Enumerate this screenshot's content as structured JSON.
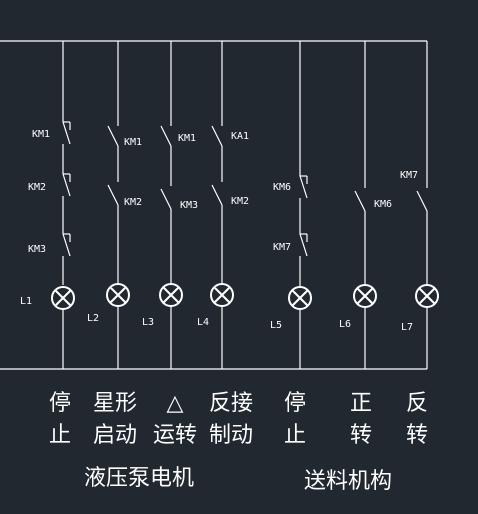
{
  "contacts": {
    "c1_km1": "KM1",
    "c1_km2": "KM2",
    "c1_km3": "KM3",
    "c2_km1": "KM1",
    "c2_km2": "KM2",
    "c3_km1": "KM1",
    "c3_km3": "KM3",
    "c4_ka1": "KA1",
    "c4_km2": "KM2",
    "c5_km6": "KM6",
    "c5_km7": "KM7",
    "c6_km6": "KM6",
    "c7_km7": "KM7"
  },
  "lamps": {
    "l1": "L1",
    "l2": "L2",
    "l3": "L3",
    "l4": "L4",
    "l5": "L5",
    "l6": "L6",
    "l7": "L7"
  },
  "captions": {
    "c1_line1": "停",
    "c1_line2": "止",
    "c2_line1": "星形",
    "c2_line2": "启动",
    "c3_line1": "△",
    "c3_line2": "运转",
    "c4_line1": "反接",
    "c4_line2": "制动",
    "c5_line1": "停",
    "c5_line2": "止",
    "c6_line1": "正",
    "c6_line2": "转",
    "c7_line1": "反",
    "c7_line2": "转"
  },
  "groups": {
    "hydraulic_pump_motor": "液压泵电机",
    "feeding_mechanism": "送料机构"
  }
}
